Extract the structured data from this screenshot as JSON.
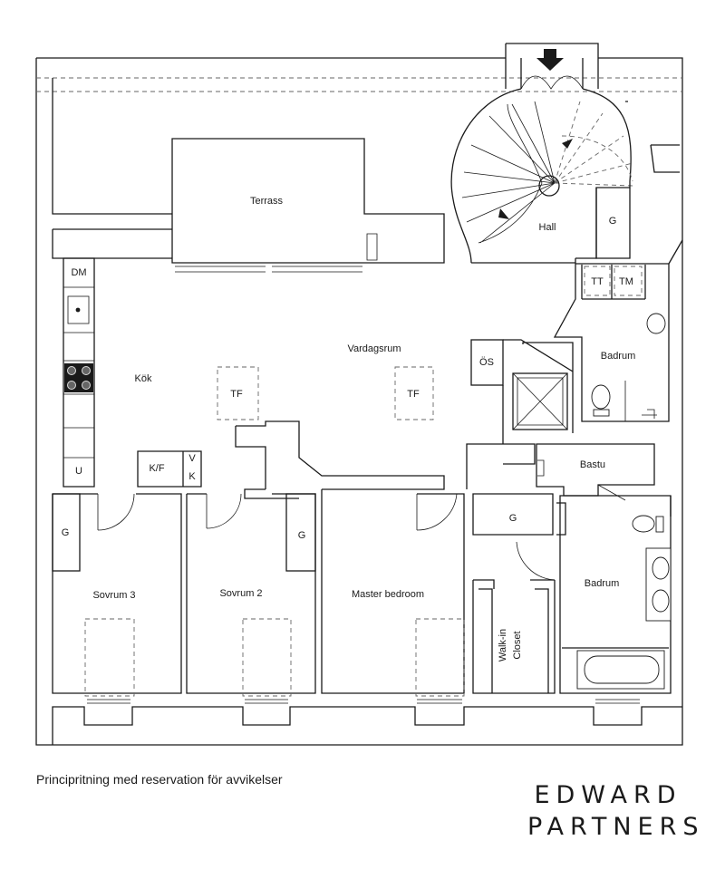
{
  "rooms": {
    "terrass": "Terrass",
    "hall": "Hall",
    "g_hall": "G",
    "dm": "DM",
    "tt": "TT",
    "tm": "TM",
    "badrum_1": "Badrum",
    "vardagsrum": "Vardagsrum",
    "kok": "Kök",
    "os": "ÖS",
    "tf_1": "TF",
    "tf_2": "TF",
    "kf": "K/F",
    "v": "V",
    "k": "K",
    "u": "U",
    "bastu": "Bastu",
    "g_sovrum3": "G",
    "g_sovrum2": "G",
    "g_bath": "G",
    "sovrum_3": "Sovrum 3",
    "sovrum_2": "Sovrum 2",
    "master_bedroom": "Master bedroom",
    "badrum_2": "Badrum",
    "walkin_line1": "Walk-in",
    "walkin_line2": "Closet"
  },
  "caption": "Principritning med reservation för avvikelser",
  "brand": {
    "line1": "EDWARD",
    "line2": "PARTNERS"
  }
}
